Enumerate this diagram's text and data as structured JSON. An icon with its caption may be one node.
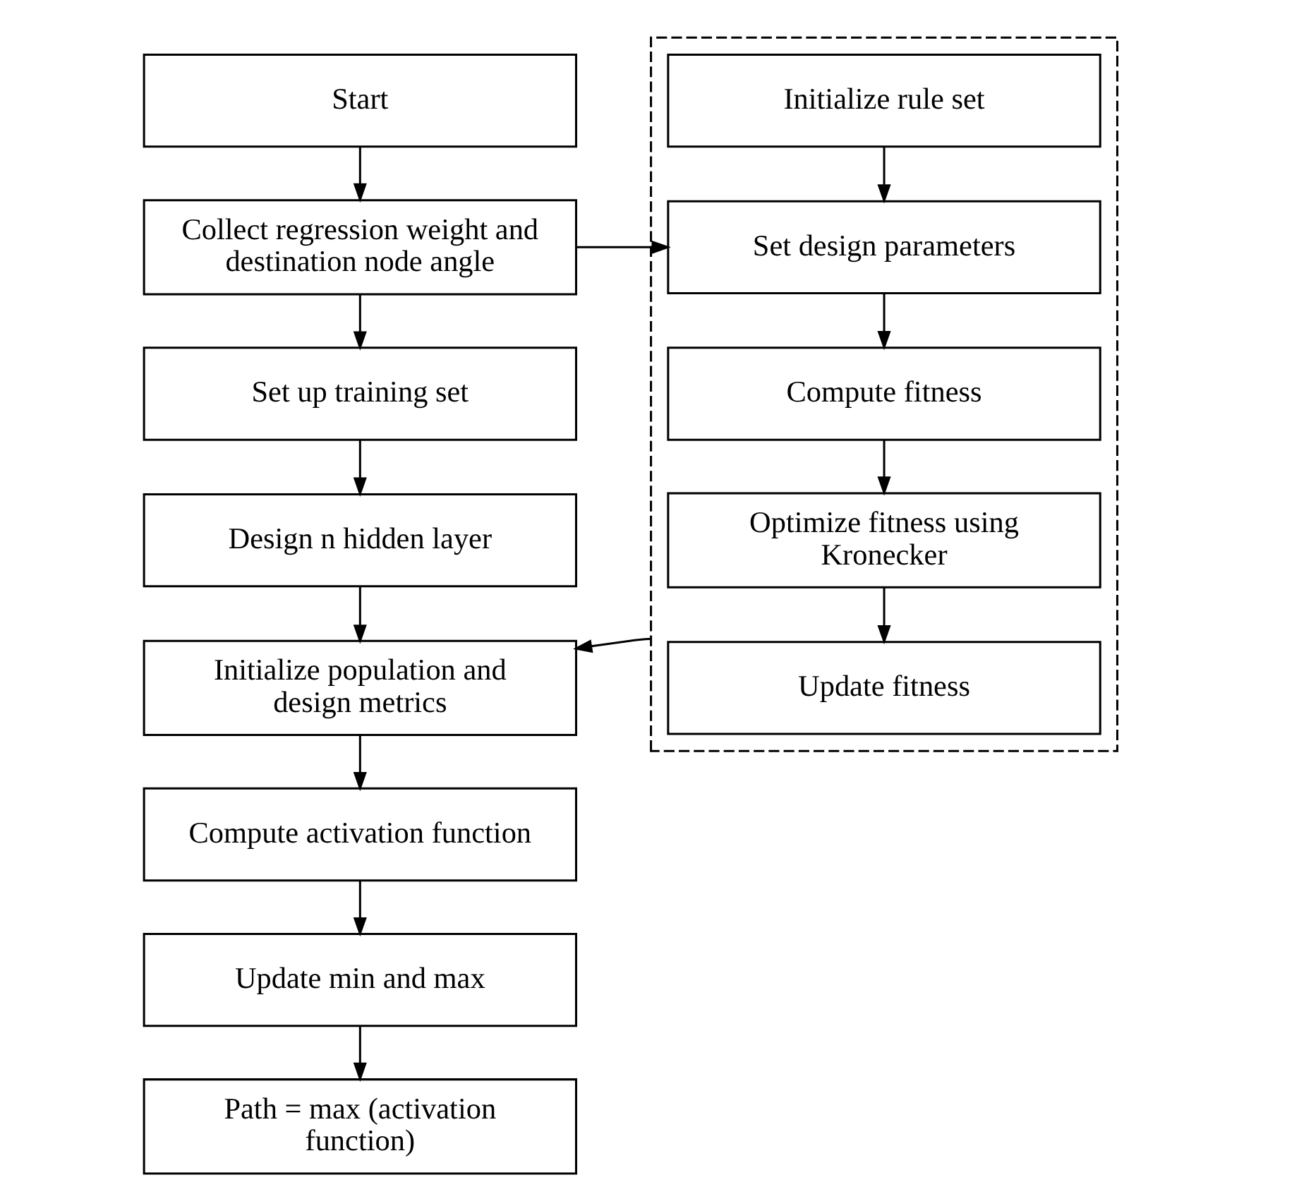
{
  "diagram": {
    "nodes": [
      {
        "text": [
          "Start"
        ]
      },
      {
        "text": [
          "Collect regression weight and destination node angle"
        ]
      },
      {
        "text": [
          "Set up training set"
        ]
      },
      {
        "text": [
          "Design n hidden layer"
        ]
      },
      {
        "text": [
          "Initialize population and design metrics"
        ]
      },
      {
        "text": [
          "Compute activation function"
        ]
      },
      {
        "text": [
          "Update min and max"
        ]
      },
      {
        "text": [
          "Path = max (activation function)"
        ]
      },
      {
        "text": [],
        "shape": "box"
      },
      {
        "text": [
          "Initialize rule set"
        ],
        "in": 8
      },
      {
        "text": [
          "Set design parameters"
        ],
        "in": 8
      },
      {
        "text": [
          "Compute fitness"
        ],
        "in": 8
      },
      {
        "text": [
          "Optimize fitness using Kronecker"
        ],
        "in": 8
      },
      {
        "text": [
          "Update fitness"
        ],
        "in": 8
      }
    ],
    "edges": [
      {
        "from": 0,
        "to": 1,
        "arrow": "to"
      },
      {
        "from": 1,
        "to": 2,
        "arrow": "to"
      },
      {
        "from": 2,
        "to": 3,
        "arrow": "to"
      },
      {
        "from": 3,
        "to": 4,
        "arrow": "to"
      },
      {
        "from": 4,
        "to": 5,
        "arrow": "to"
      },
      {
        "from": 5,
        "to": 6,
        "arrow": "to"
      },
      {
        "from": 6,
        "to": 7,
        "arrow": "to"
      },
      {
        "from": 1,
        "to": 10,
        "arrow": "to"
      },
      {
        "from": 9,
        "to": 10,
        "arrow": "to"
      },
      {
        "from": 10,
        "to": 11,
        "arrow": "to"
      },
      {
        "from": 11,
        "to": 12,
        "arrow": "to"
      },
      {
        "from": 12,
        "to": 13,
        "arrow": "to"
      },
      {
        "from": 8,
        "to": 4,
        "arrow": "to"
      }
    ]
  }
}
